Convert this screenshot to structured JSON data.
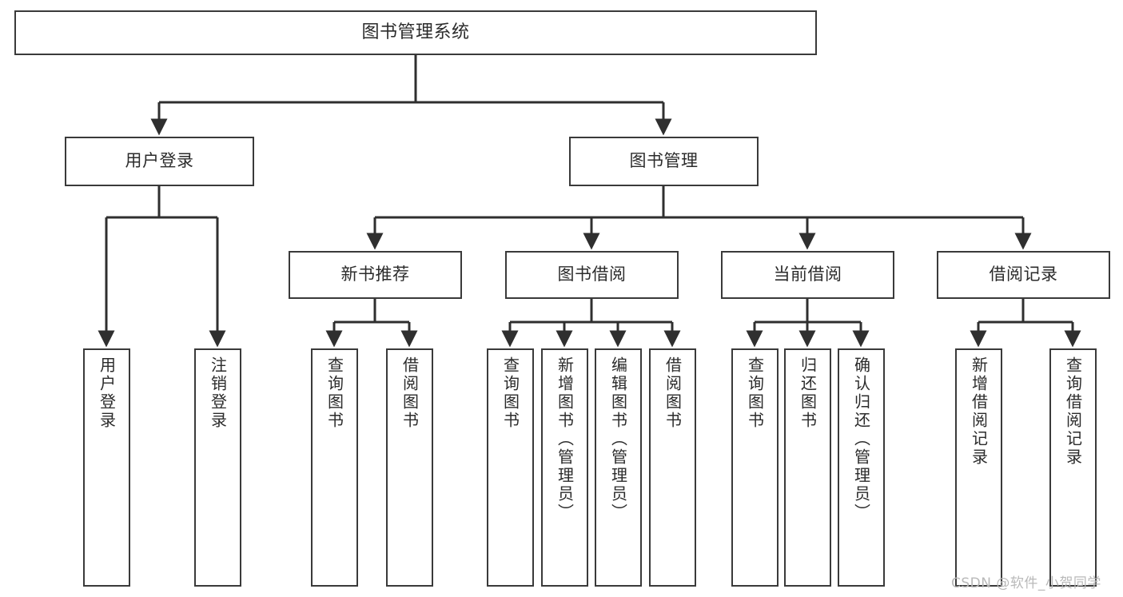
{
  "diagram": {
    "title": "图书管理系统",
    "type": "tree-hierarchy-chart",
    "colors": {
      "box_border": "#3a3a3a",
      "box_fill": "#ffffff",
      "edge": "#2f2f2f",
      "text": "#2b2b2b",
      "watermark": "#b9b9b9",
      "background": "#ffffff"
    },
    "watermark": "CSDN @软件_小贺同学",
    "nodes": {
      "root": {
        "label": "图书管理系统"
      },
      "level2": [
        {
          "id": "user-login",
          "label": "用户登录"
        },
        {
          "id": "book-manage",
          "label": "图书管理"
        }
      ],
      "level3": [
        {
          "id": "new-book-recommend",
          "label": "新书推荐"
        },
        {
          "id": "book-borrow",
          "label": "图书借阅"
        },
        {
          "id": "current-borrow",
          "label": "当前借阅"
        },
        {
          "id": "borrow-record",
          "label": "借阅记录"
        }
      ],
      "leaves": {
        "user_login": [
          {
            "id": "leaf-user-login",
            "label": "用户登录"
          },
          {
            "id": "leaf-logout-login",
            "label": "注销登录"
          }
        ],
        "new_book_recommend": [
          {
            "id": "leaf-query-book-1",
            "label": "查询图书"
          },
          {
            "id": "leaf-borrow-book-1",
            "label": "借阅图书"
          }
        ],
        "book_borrow": [
          {
            "id": "leaf-query-book-2",
            "label": "查询图书"
          },
          {
            "id": "leaf-add-book",
            "label": "新增图书（管理员）"
          },
          {
            "id": "leaf-edit-book",
            "label": "编辑图书（管理员）"
          },
          {
            "id": "leaf-borrow-book-2",
            "label": "借阅图书"
          }
        ],
        "current_borrow": [
          {
            "id": "leaf-query-book-3",
            "label": "查询图书"
          },
          {
            "id": "leaf-return-book",
            "label": "归还图书"
          },
          {
            "id": "leaf-confirm-return",
            "label": "确认归还（管理员）"
          }
        ],
        "borrow_record": [
          {
            "id": "leaf-add-borrow-record",
            "label": "新增借阅记录"
          },
          {
            "id": "leaf-query-borrow-record",
            "label": "查询借阅记录"
          }
        ]
      }
    }
  }
}
